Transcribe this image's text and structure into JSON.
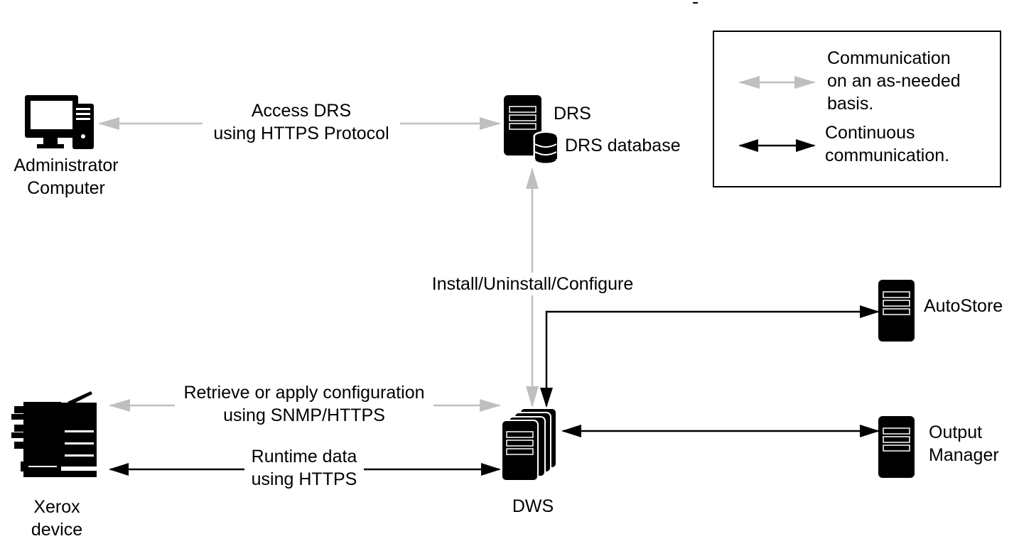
{
  "colors": {
    "as_needed_arrow": "#bfbfbf",
    "continuous_arrow": "#000000",
    "icon_fill": "#000000",
    "background": "#ffffff"
  },
  "nodes": {
    "admin_computer": {
      "label": "Administrator\nComputer",
      "icon": "desktop-computer-icon"
    },
    "drs": {
      "label": "DRS",
      "icon": "server-icon"
    },
    "drs_database": {
      "label": "DRS database",
      "icon": "database-icon"
    },
    "xerox_device": {
      "label": "Xerox\ndevice",
      "icon": "printer-icon"
    },
    "dws": {
      "label": "DWS",
      "icon": "server-stack-icon"
    },
    "autostore": {
      "label": "AutoStore",
      "icon": "server-icon"
    },
    "output_manager": {
      "label": "Output\nManager",
      "icon": "server-icon"
    }
  },
  "edges": {
    "admin_drs": {
      "label": "Access DRS\nusing HTTPS Protocol",
      "type": "as-needed"
    },
    "drs_dws": {
      "label": "Install/Uninstall/Configure",
      "type": "as-needed"
    },
    "xerox_dws_config": {
      "label": "Retrieve or apply configuration\nusing SNMP/HTTPS",
      "type": "as-needed"
    },
    "xerox_dws_runtime": {
      "label": "Runtime data\nusing HTTPS",
      "type": "continuous"
    },
    "dws_autostore": {
      "label": "",
      "type": "continuous"
    },
    "dws_output_manager": {
      "label": "",
      "type": "continuous"
    }
  },
  "legend": {
    "as_needed": "Communication\non an as-needed\nbasis.",
    "continuous": "Continuous\ncommunication."
  }
}
